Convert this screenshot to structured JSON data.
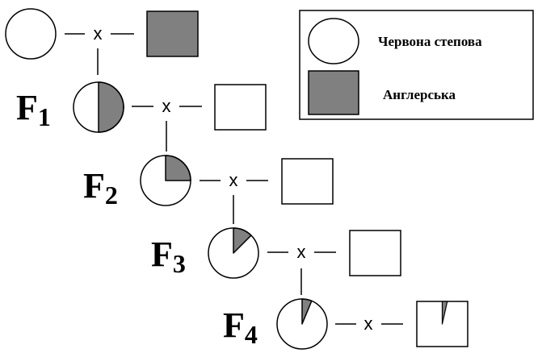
{
  "colors": {
    "stroke": "#000000",
    "fill_anglerska": "#808080",
    "fill_chervona": "#ffffff"
  },
  "cross_symbol": "x",
  "legend": {
    "items": [
      {
        "shape": "circle",
        "label": "Червона степова"
      },
      {
        "shape": "square",
        "label": "Англерська"
      }
    ]
  },
  "parents": {
    "female_shape": "circle",
    "male_shape": "square",
    "female_anglerska_share": 0,
    "male_anglerska_share": 1
  },
  "generations": [
    {
      "letter": "F",
      "index": "1",
      "offspring_anglerska_share": 0.5,
      "mate_anglerska_share": 0
    },
    {
      "letter": "F",
      "index": "2",
      "offspring_anglerska_share": 0.25,
      "mate_anglerska_share": 0
    },
    {
      "letter": "F",
      "index": "3",
      "offspring_anglerska_share": 0.125,
      "mate_anglerska_share": 0
    },
    {
      "letter": "F",
      "index": "4",
      "offspring_anglerska_share": 0.0625,
      "mate_anglerska_share": 0.03125
    }
  ]
}
